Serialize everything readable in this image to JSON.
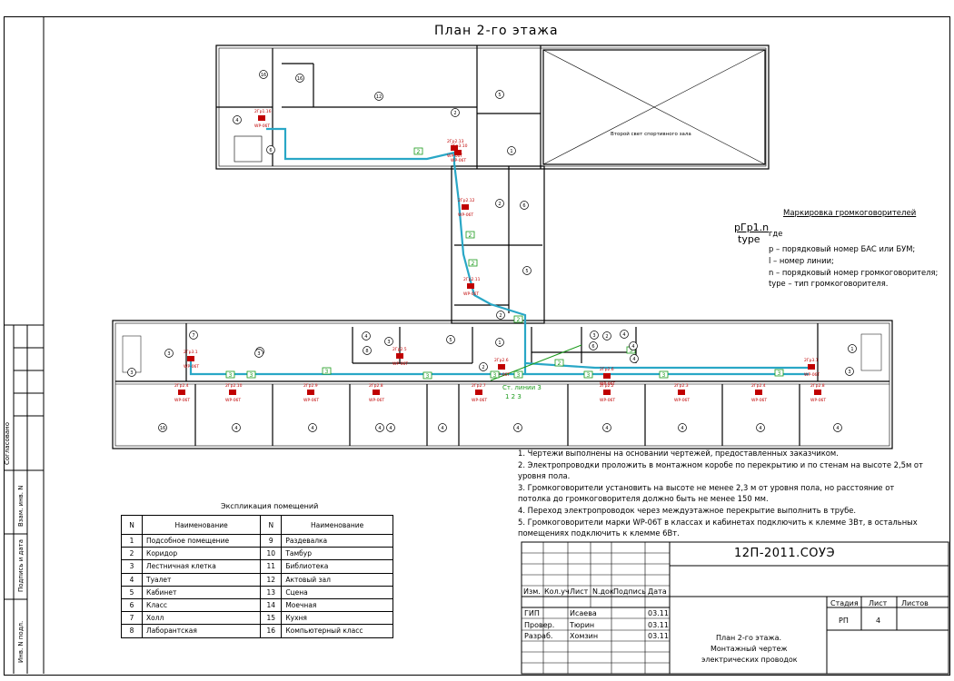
{
  "title": "План 2-го этажа",
  "stairwell_label": "Второй свет спортивного зала",
  "room_numbers": [
    "16",
    "16",
    "12",
    "5",
    "1",
    "2",
    "6",
    "2",
    "5",
    "2",
    "4",
    "8",
    "3",
    "7",
    "4",
    "6",
    "5",
    "1",
    "3",
    "2",
    "3",
    "2",
    "4",
    "4",
    "6",
    "4",
    "1",
    "3",
    "3",
    "7",
    "3",
    "16",
    "4",
    "4",
    "4",
    "4",
    "4",
    "4",
    "4",
    "4",
    "4",
    "4"
  ],
  "speakers": [
    {
      "id": "2Гр1.16",
      "type": "WP-06T"
    },
    {
      "id": "2Гр2.13",
      "type": "WP-06T"
    },
    {
      "id": "2Гр2.12",
      "type": "WP-06T"
    },
    {
      "id": "2Гр2.11",
      "type": "WP-06T"
    },
    {
      "id": "2Гр3.10",
      "type": "WP-06T"
    },
    {
      "id": "2Гр3.1",
      "type": "WP-06T"
    },
    {
      "id": "2Гр2.5",
      "type": "WP-06T"
    },
    {
      "id": "2Гр2.10",
      "type": "WP-06T"
    },
    {
      "id": "2Гр2.9",
      "type": "WP-06T"
    },
    {
      "id": "2Гр2.8",
      "type": "WP-06T"
    },
    {
      "id": "2Гр2.7",
      "type": "WP-06T"
    },
    {
      "id": "2Гр2.6",
      "type": "WP-06T"
    },
    {
      "id": "2Гр2.4",
      "type": "WP-06T"
    },
    {
      "id": "2Гр3.1",
      "type": "WP-06T"
    },
    {
      "id": "2Гр2.2",
      "type": "WP-06T"
    },
    {
      "id": "2Гр2.3",
      "type": "WP-06T"
    },
    {
      "id": "2Гр2.4",
      "type": "WP-06T"
    },
    {
      "id": "2Гр2.6",
      "type": "WP-06T"
    },
    {
      "id": "2Гр2.8",
      "type": "WP-06T"
    }
  ],
  "line_markers": [
    "2",
    "2",
    "2",
    "2",
    "2",
    "3",
    "3",
    "3",
    "3",
    "3",
    "3",
    "3",
    "3",
    "3",
    "3"
  ],
  "riser_label": "Ст. линии 3",
  "riser_sub": "1 2 3",
  "marking": {
    "title": "Маркировка громкоговорителей",
    "prefix": "pГр1.n",
    "prefix_type": "type",
    "where": "где",
    "lines": [
      "p – порядковый номер БАС или БУМ;",
      "l – номер линии;",
      "n – порядковый номер громкоговорителя;",
      "type – тип громкоговорителя."
    ]
  },
  "notes": [
    "1.  Чертежи выполнены на основании чертежей, предоставленных заказчиком.",
    "2.  Электропроводки проложить в монтажном коробе по перекрытию и по стенам на высоте 2,5м от",
    "     уровня пола.",
    "3.  Громкоговорители установить на высоте не менее 2,3 м от уровня пола, но расстояние от",
    "     потолка до громкоговорителя должно быть не менее 150 мм.",
    "4.  Переход электропроводок через междуэтажное перекрытие выполнить в трубе.",
    "5.  Громкоговорители марки WP-06T в классах и кабинетах подключить к клемме 3Вт, в остальных",
    "     помещениях подключить к клемме 6Вт."
  ],
  "explication": {
    "title": "Экспликация помещений",
    "headers": [
      "N",
      "Наименование",
      "N",
      "Наименование"
    ],
    "rows": [
      [
        "1",
        "Подсобное помещение",
        "9",
        "Раздевалка"
      ],
      [
        "2",
        "Коридор",
        "10",
        "Тамбур"
      ],
      [
        "3",
        "Лестничная клетка",
        "11",
        "Библиотека"
      ],
      [
        "4",
        "Туалет",
        "12",
        "Актовый зал"
      ],
      [
        "5",
        "Кабинет",
        "13",
        "Сцена"
      ],
      [
        "6",
        "Класс",
        "14",
        "Моечная"
      ],
      [
        "7",
        "Холл",
        "15",
        "Кухня"
      ],
      [
        "8",
        "Лаборантская",
        "16",
        "Компьютерный класс"
      ]
    ]
  },
  "title_block": {
    "code": "12П-2011.СОУЭ",
    "headers": [
      "Изм.",
      "Кол.уч",
      "Лист",
      "N.док",
      "Подпись",
      "Дата"
    ],
    "people": [
      {
        "role": "ГИП",
        "name": "Исаева",
        "date": "03.11"
      },
      {
        "role": "Провер.",
        "name": "Тюрин",
        "date": "03.11"
      },
      {
        "role": "Разраб.",
        "name": "Хомзин",
        "date": "03.11"
      }
    ],
    "stage_header": "Стадия",
    "sheet_header": "Лист",
    "sheets_header": "Листов",
    "stage": "РП",
    "sheet": "4",
    "description": [
      "План 2-го этажа.",
      "Монтажный чертеж",
      "электрических проводок"
    ]
  },
  "side_stamp": [
    "Согласовано",
    "Взам. инв. N",
    "Подпись и дата",
    "Инв. N подл."
  ],
  "colors": {
    "cable": "#29a7c6",
    "marker": "#1a9a1a",
    "speaker": "#c00000"
  }
}
